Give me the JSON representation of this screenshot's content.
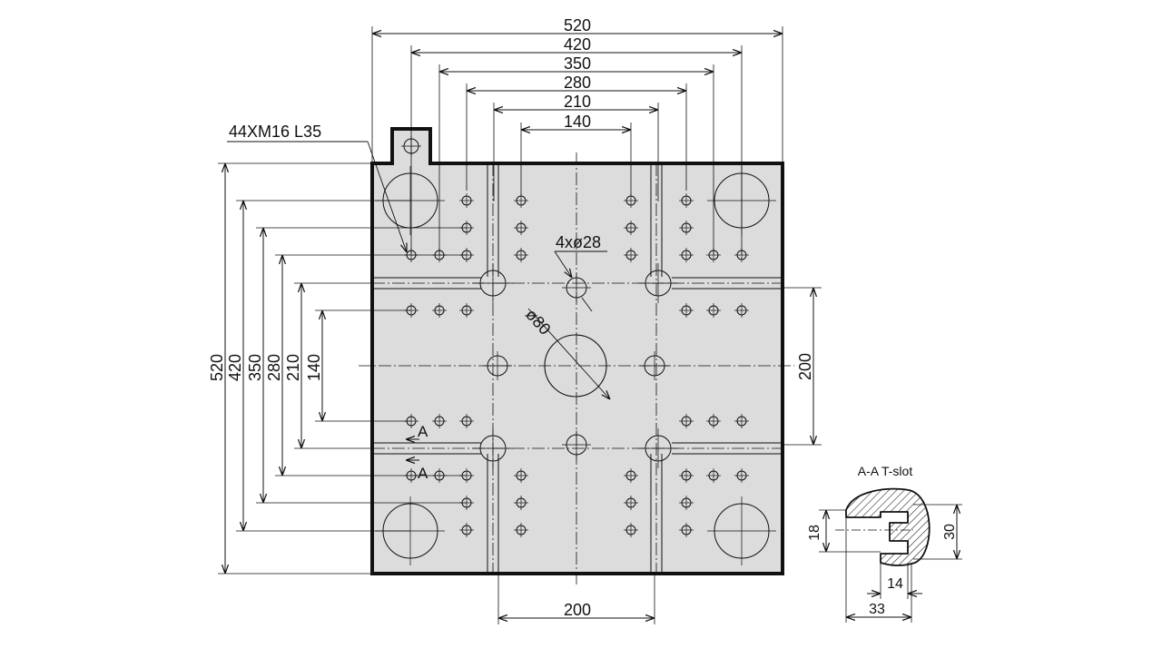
{
  "drawing": {
    "plate_color": "#dcdcdc",
    "line_color": "#111111",
    "horizontal_dims": [
      "520",
      "420",
      "350",
      "280",
      "210",
      "140"
    ],
    "vertical_dims": [
      "520",
      "420",
      "350",
      "280",
      "210",
      "140"
    ],
    "bottom_dim": "200",
    "right_dim": "200",
    "labels": {
      "thread_holes": "44XM16 L35",
      "small_bores": "4xø28",
      "center_bore": "ø80",
      "section_mark_top": "A",
      "section_mark_bottom": "A"
    }
  },
  "section": {
    "title": "A-A T-slot",
    "dim_height": "30",
    "dim_slot": "18",
    "dim_neck": "14",
    "dim_depth": "33"
  }
}
